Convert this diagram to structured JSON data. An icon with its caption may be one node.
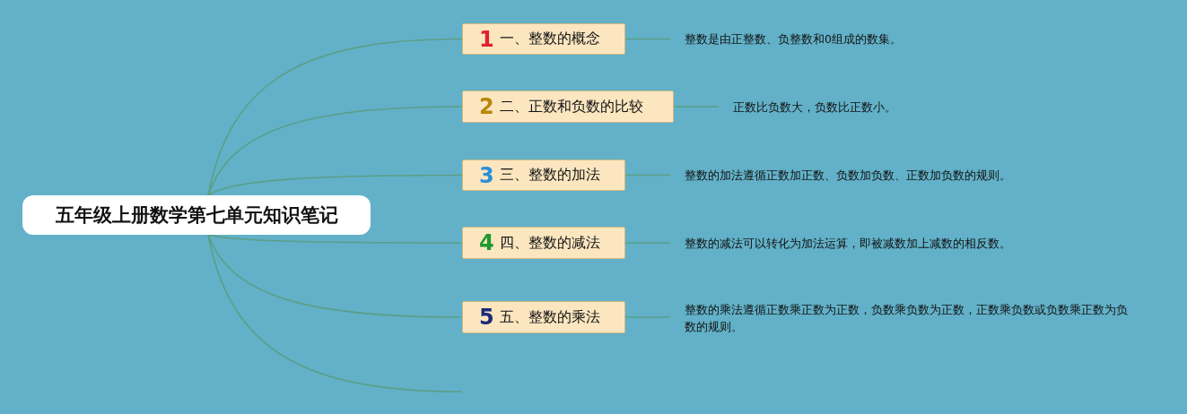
{
  "diagram": {
    "nodes": [
      {
        "text": [
          "五年级上册数学第七单元知识笔记"
        ]
      },
      {
        "text": [
          "1",
          "一、整数的概念"
        ]
      },
      {
        "text": [
          "2",
          "二、正数和负数的比较"
        ]
      },
      {
        "text": [
          "3",
          "三、整数的加法"
        ]
      },
      {
        "text": [
          "4",
          "四、整数的减法"
        ]
      },
      {
        "text": [
          "5",
          "五、整数的乘法"
        ]
      },
      {
        "text": [
          "整数是由正整数、负整数和0组成的数集。"
        ]
      },
      {
        "text": [
          "正数比负数大，负数比正数小。"
        ]
      },
      {
        "text": [
          "整数的加法遵循正数加正数、负数加负数、正数加负数的规则。"
        ]
      },
      {
        "text": [
          "整数的减法可以转化为加法运算，即被减数加上减数的相反数。"
        ]
      },
      {
        "text": [
          "整数的乘法遵循正数乘正数为正数，负数乘负数为正数，正数乘负数或负数乘正数为负数的规则。"
        ]
      }
    ],
    "edges": [
      {
        "from": 0,
        "to": 1,
        "arrow": "none"
      },
      {
        "from": 0,
        "to": 2,
        "arrow": "none"
      },
      {
        "from": 0,
        "to": 3,
        "arrow": "none"
      },
      {
        "from": 0,
        "to": 4,
        "arrow": "none"
      },
      {
        "from": 0,
        "to": 5,
        "arrow": "none"
      },
      {
        "from": 0,
        "to": null,
        "arrow": "none"
      },
      {
        "from": 1,
        "to": 6,
        "arrow": "none"
      },
      {
        "from": 2,
        "to": 7,
        "arrow": "none"
      },
      {
        "from": 3,
        "to": 8,
        "arrow": "none"
      },
      {
        "from": 4,
        "to": 9,
        "arrow": "none"
      },
      {
        "from": 5,
        "to": 10,
        "arrow": "none"
      }
    ]
  }
}
